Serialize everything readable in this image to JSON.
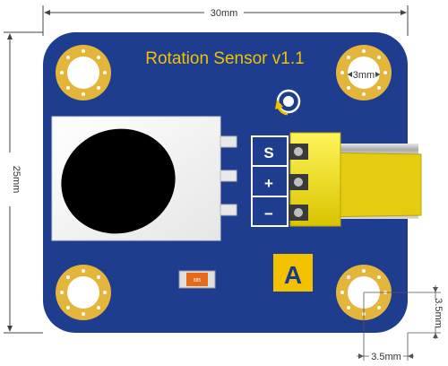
{
  "board": {
    "title": "Rotation Sensor v1.1",
    "pins": [
      "S",
      "+",
      "−"
    ],
    "smd_label": "885",
    "logo_letter": "A"
  },
  "dimensions": {
    "width": "30mm",
    "height": "25mm",
    "hole_diameter": "3mm",
    "hole_offset_x": "3.5mm",
    "hole_offset_y": "3.5mm"
  },
  "colors": {
    "pcb": "#1f3d8f",
    "pad": "#e3b53b",
    "connector": "#f0e020",
    "title": "#f2c200"
  },
  "icons": [
    "rotation-arrow-icon"
  ]
}
